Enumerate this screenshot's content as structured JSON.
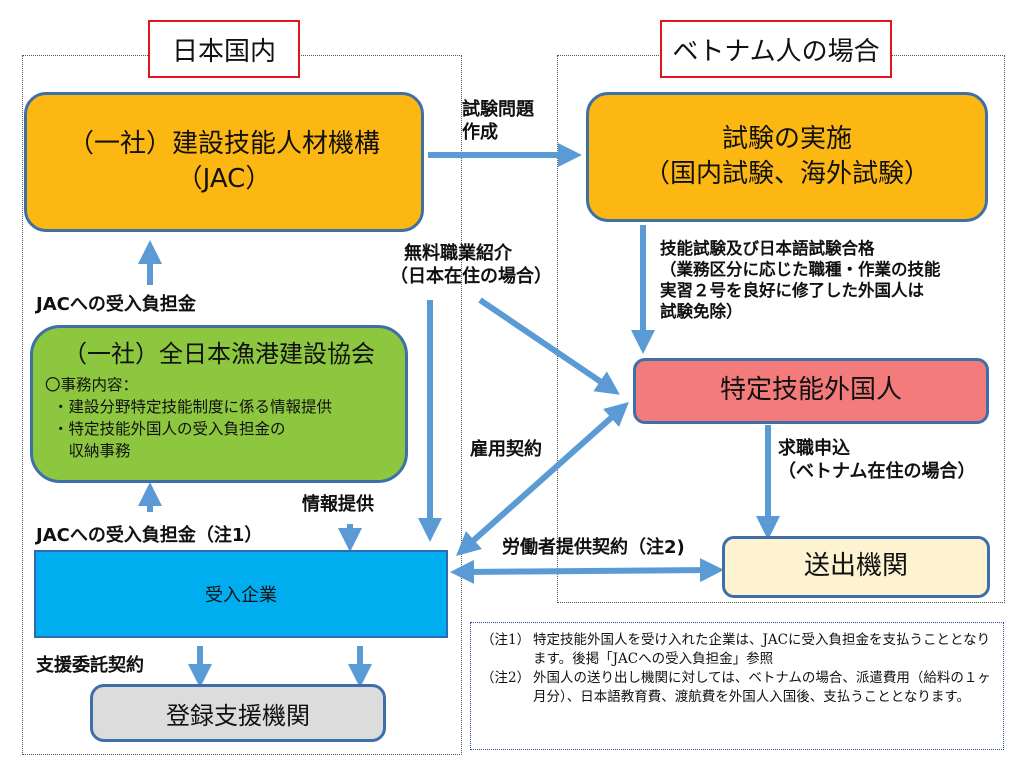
{
  "colors": {
    "orange": "#fcb713",
    "green": "#8dc63f",
    "pink": "#f47b7b",
    "cream": "#fdf3d0",
    "blue": "#00aeef",
    "gray": "#dcdcdc",
    "arrow": "#5b9bd5",
    "tag_border": "#e3141b"
  },
  "regions": {
    "japan": "日本国内",
    "vietnam": "ベトナム人の場合"
  },
  "boxes": {
    "jac": {
      "line1": "（一社）建設技能人材機構",
      "line2": "（JAC）"
    },
    "exam": {
      "line1": "試験の実施",
      "line2": "（国内試験、海外試験）"
    },
    "fisheries": {
      "title": "（一社）全日本漁港建設協会",
      "duty_heading": "〇事務内容：",
      "duty1": "・建設分野特定技能制度に係る情報提供",
      "duty2": "・特定技能外国人の受入負担金の",
      "duty2b": "　収納事務"
    },
    "worker": "特定技能外国人",
    "sending": "送出機関",
    "employer": "受入企業",
    "support": "登録支援機関"
  },
  "labels": {
    "exam_questions_1": "試験問題",
    "exam_questions_2": "作成",
    "jac_fee": "JACへの受入負担金",
    "free_placement_1": "無料職業紹介",
    "free_placement_2": "（日本在住の場合）",
    "pass_1": "技能試験及び日本語試験合格",
    "pass_2": "（業務区分に応じた職種・作業の技能",
    "pass_3": "実習２号を良好に修了した外国人は",
    "pass_4": "試験免除）",
    "employment": "雇用契約",
    "job_app_1": "求職申込",
    "job_app_2": "（ベトナム在住の場合）",
    "info": "情報提供",
    "jac_fee_note1": "JACへの受入負担金（注1）",
    "labor_contract": "労働者提供契約（注2)",
    "support_contract": "支援委託契約"
  },
  "notes": [
    {
      "tag": "（注1）",
      "text": "特定技能外国人を受け入れた企業は、JACに受入負担金を支払うこととなります。後掲「JACへの受入負担金」参照"
    },
    {
      "tag": "（注2）",
      "text": "外国人の送り出し機関に対しては、ベトナムの場合、派遣費用（給料の１ヶ月分）、日本語教育費、渡航費を外国人入国後、支払うこととなります。"
    }
  ]
}
